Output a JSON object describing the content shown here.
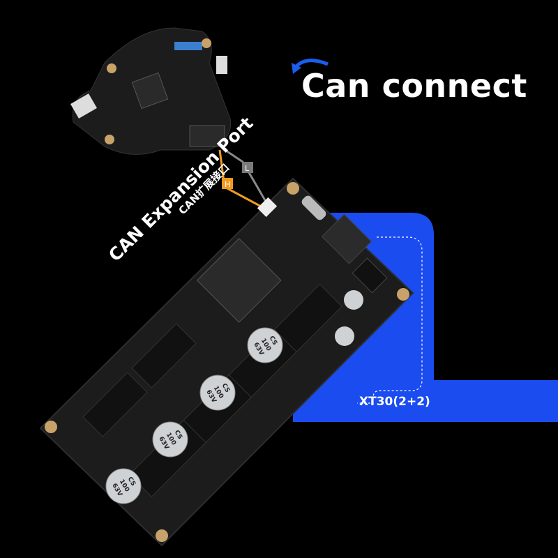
{
  "headline": "Can connect",
  "can_port": {
    "label_en": "CAN Expansion Port",
    "label_cn": "CAN扩展接口",
    "wire_h": "H",
    "wire_l": "L"
  },
  "power_port": {
    "label": "XT30(2+2)"
  },
  "capacitor_marking": [
    "CS",
    "100",
    "63V"
  ],
  "colors": {
    "background": "#000000",
    "accent_blue": "#1a4cf0",
    "wire_orange": "#f29a1f",
    "wire_gray": "#8a8a8a",
    "board": "#1c1c1c"
  },
  "icons": [
    "curved-arrow-icon"
  ]
}
